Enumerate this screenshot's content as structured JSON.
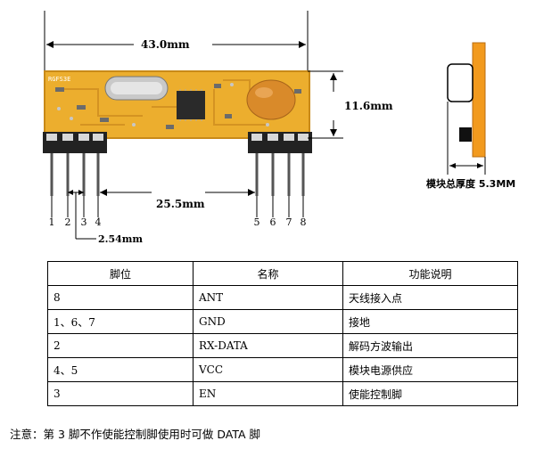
{
  "diagram": {
    "dim_width": "43.0mm",
    "dim_height": "11.6mm",
    "dim_pin_gap": "25.5mm",
    "dim_pitch": "2.54mm",
    "pin_numbers": [
      "1",
      "2",
      "3",
      "4",
      "5",
      "6",
      "7",
      "8"
    ],
    "thickness_label": "模块总厚度 5.3MM",
    "silkscreen": "RGFS3E"
  },
  "table": {
    "headers": [
      "脚位",
      "名称",
      "功能说明"
    ],
    "rows": [
      {
        "pin": "8",
        "name": "ANT",
        "func": "天线接入点"
      },
      {
        "pin": "1、6、7",
        "name": "GND",
        "func": "接地"
      },
      {
        "pin": "2",
        "name": "RX-DATA",
        "func": "解码方波输出"
      },
      {
        "pin": "4、5",
        "name": "VCC",
        "func": "模块电源供应"
      },
      {
        "pin": "3",
        "name": "EN",
        "func": "使能控制脚"
      }
    ]
  },
  "note": "注意：第 3 脚不作使能控制脚使用时可做 DATA 脚",
  "colors": {
    "pcb": "#ecae2e",
    "capacitor": "#d98a2a",
    "side_pcb": "#f29a1e"
  }
}
